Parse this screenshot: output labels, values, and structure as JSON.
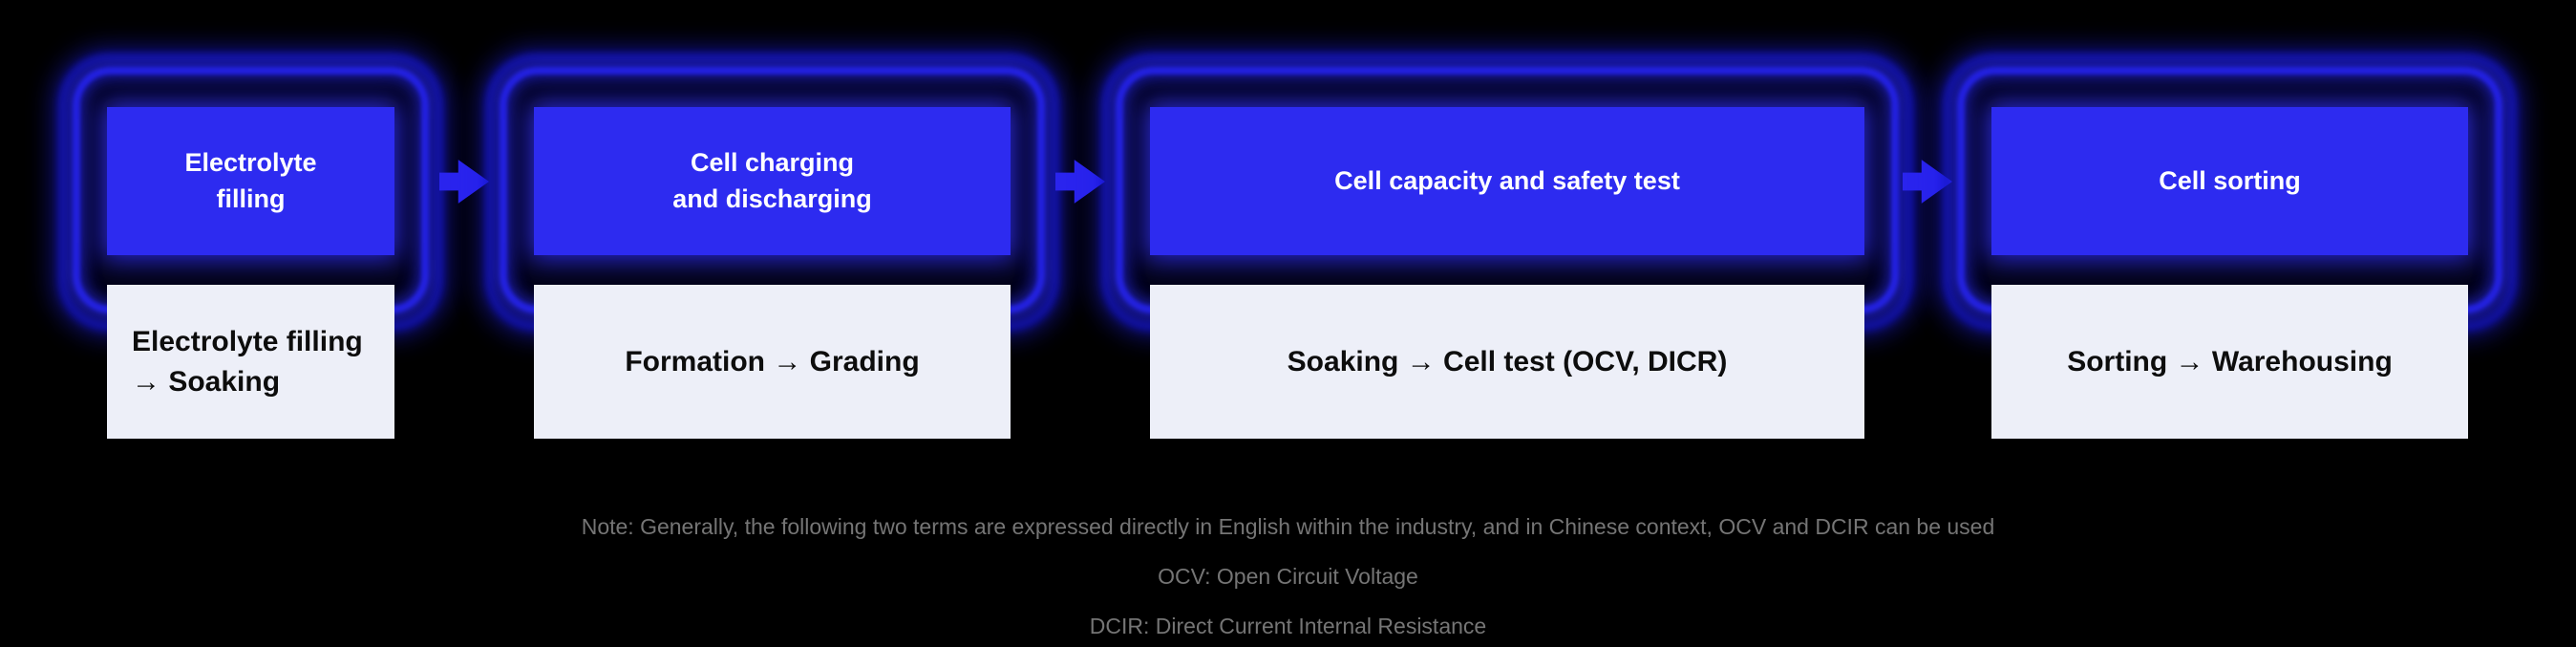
{
  "stages": [
    {
      "title": "Electrolyte\nfilling",
      "subtitle": "Electrolyte filling\n→ Soaking"
    },
    {
      "title": "Cell charging\nand discharging",
      "subtitle": "Formation → Grading"
    },
    {
      "title": "Cell capacity and safety test",
      "subtitle": "Soaking → Cell test (OCV, DICR)"
    },
    {
      "title": "Cell sorting",
      "subtitle": "Sorting → Warehousing"
    }
  ],
  "notes": [
    "Note: Generally, the following two terms are expressed directly in English within the industry, and in Chinese context, OCV and DCIR can be used",
    "OCV: Open Circuit Voltage",
    "DCIR: Direct Current Internal Resistance"
  ],
  "colors": {
    "background": "#000000",
    "stage_box_blue": "#2d2bf0",
    "glow_blue": "#1818d6",
    "stage_box_gray": "#edeff8",
    "note_text_gray": "#757575",
    "title_text": "#ffffff",
    "subtitle_text": "#0d0d0d"
  }
}
